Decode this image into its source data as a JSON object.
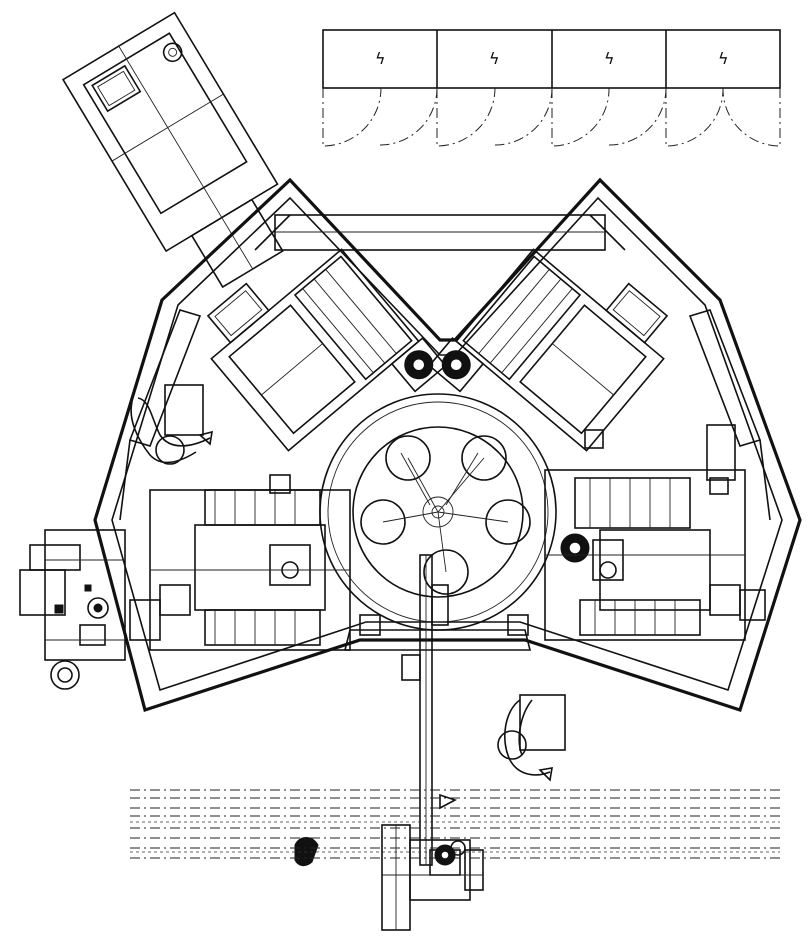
{
  "diagram": {
    "electrical_cabinet": {
      "symbols": [
        "ϟ",
        "ϟ",
        "ϟ",
        "ϟ"
      ]
    }
  }
}
